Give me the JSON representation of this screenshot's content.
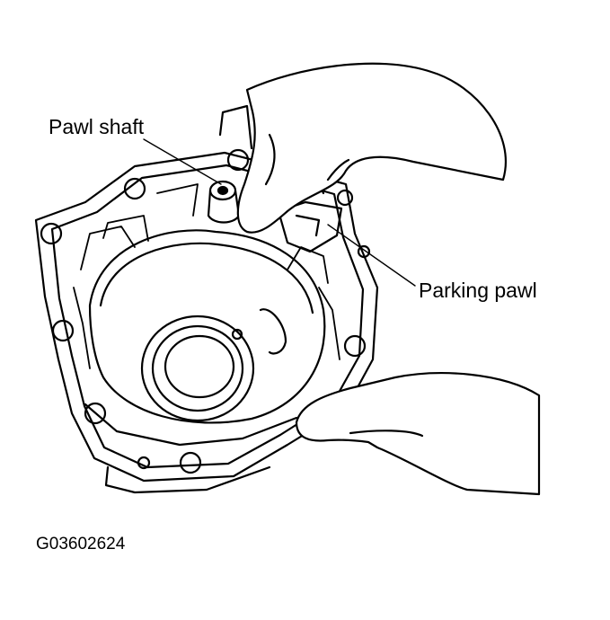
{
  "labels": {
    "pawl_shaft": "Pawl shaft",
    "parking_pawl": "Parking pawl",
    "figure_code": "G03602624"
  },
  "colors": {
    "ink": "#000000",
    "paper": "#ffffff"
  }
}
